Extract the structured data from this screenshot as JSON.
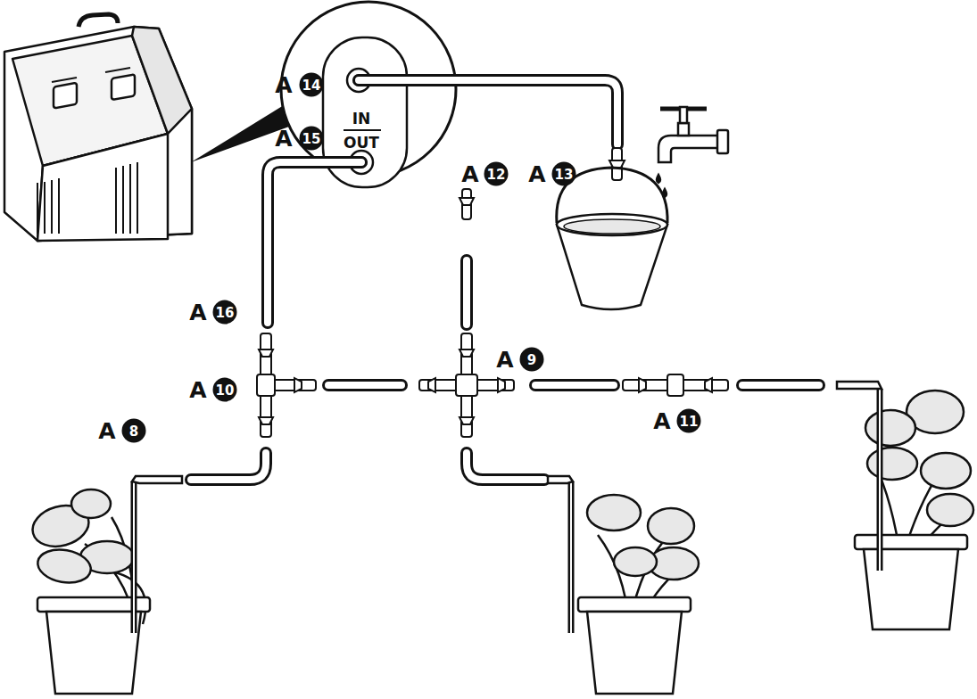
{
  "diagram": {
    "labels": [
      "A",
      "14",
      "A",
      "15",
      "IN",
      "OUT",
      "A",
      "12",
      "A",
      "13",
      "A",
      "16",
      "A",
      "9",
      "A",
      "10",
      "A",
      "11",
      "A",
      "8"
    ]
  }
}
